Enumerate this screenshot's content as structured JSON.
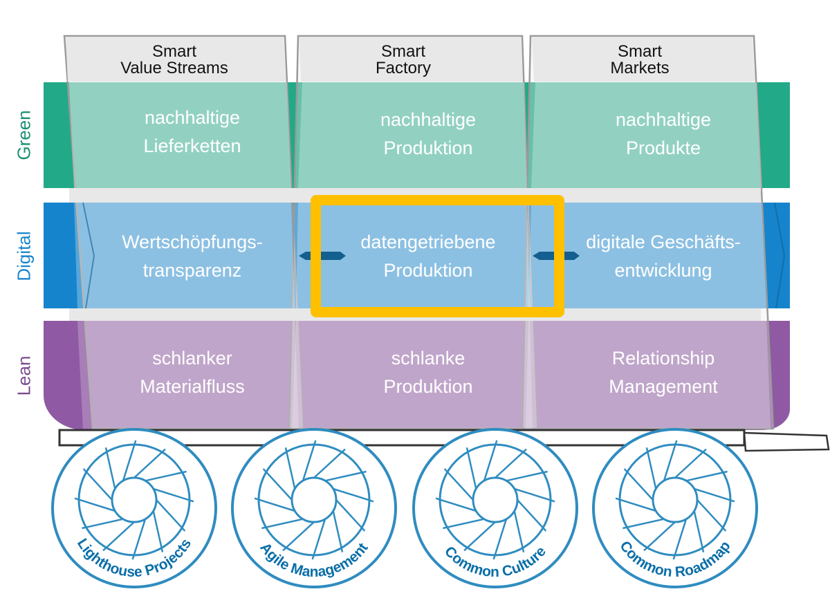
{
  "columns": [
    {
      "title_line1": "Smart",
      "title_line2": "Value Streams"
    },
    {
      "title_line1": "Smart",
      "title_line2": "Factory"
    },
    {
      "title_line1": "Smart",
      "title_line2": "Markets"
    }
  ],
  "rows": [
    {
      "label": "Green",
      "color": "#22aa88",
      "label_color": "#1a8f72",
      "cells": [
        {
          "line1": "nachhaltige",
          "line2": "Lieferketten"
        },
        {
          "line1": "nachhaltige",
          "line2": "Produktion"
        },
        {
          "line1": "nachhaltige",
          "line2": "Produkte"
        }
      ]
    },
    {
      "label": "Digital",
      "color": "#1684cc",
      "label_color": "#1684cc",
      "cells": [
        {
          "line1": "Wertschöpfungs-",
          "line2": "transparenz"
        },
        {
          "line1": "datengetriebene",
          "line2": "Produktion"
        },
        {
          "line1": "digitale Geschäfts-",
          "line2": "entwicklung"
        }
      ]
    },
    {
      "label": "Lean",
      "color": "#8f5aa3",
      "label_color": "#7b4a92",
      "cells": [
        {
          "line1": "schlanker",
          "line2": "Materialfluss"
        },
        {
          "line1": "schlanke",
          "line2": "Produktion"
        },
        {
          "line1": "Relationship",
          "line2": "Management"
        }
      ]
    }
  ],
  "highlight": {
    "row": "Digital",
    "column": "Smart Factory",
    "color": "#ffc000"
  },
  "wheels": [
    {
      "label": "Lighthouse Projects"
    },
    {
      "label": "Agile Management"
    },
    {
      "label": "Common Culture"
    },
    {
      "label": "Common Roadmap"
    }
  ],
  "colors": {
    "wheel": "#2f8cc0",
    "wheel_text": "#0a6ea8",
    "column_bg": "#e8e8e8",
    "frame": "#444444"
  }
}
